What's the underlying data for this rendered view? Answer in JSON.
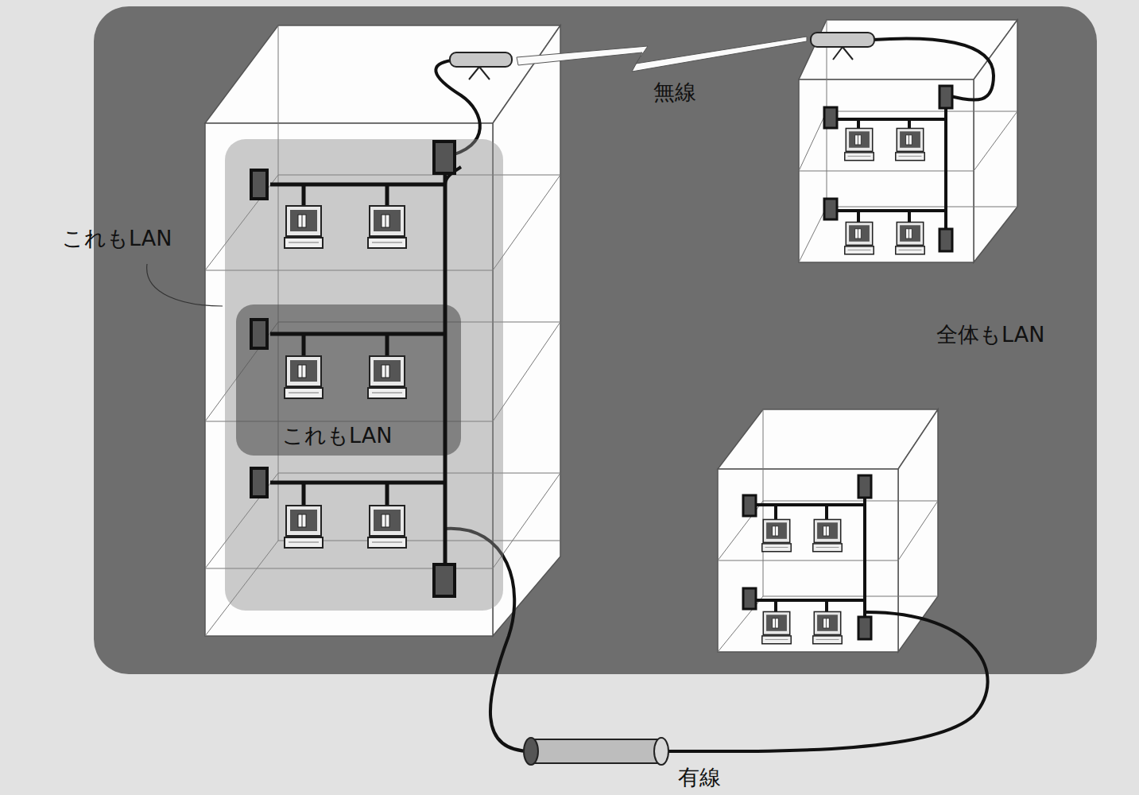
{
  "diagram": {
    "nodes": [
      {
        "text": [
          "全体もLAN"
        ]
      },
      {
        "text": [
          "これもLAN"
        ],
        "in": 0
      },
      {
        "text": [
          "これもLAN"
        ],
        "in": 1
      }
    ],
    "labels": [
      "無線",
      "有線"
    ]
  }
}
